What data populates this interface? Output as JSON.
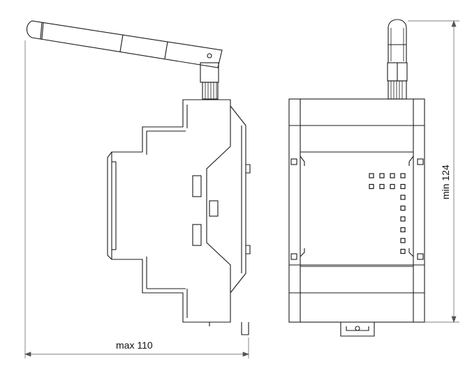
{
  "dimensions": {
    "width_label": "max 110",
    "height_label": "min 124"
  },
  "front_view": {
    "led_grid": [
      [
        1,
        1,
        1,
        1
      ],
      [
        1,
        1,
        1,
        1
      ],
      [
        0,
        0,
        0,
        1
      ],
      [
        0,
        0,
        0,
        1
      ],
      [
        0,
        0,
        0,
        1
      ],
      [
        0,
        0,
        0,
        1
      ],
      [
        0,
        0,
        0,
        1
      ],
      [
        0,
        0,
        0,
        1
      ]
    ]
  },
  "colors": {
    "line": "#1a1a1a",
    "thin_line": "#555555",
    "background": "#ffffff"
  }
}
